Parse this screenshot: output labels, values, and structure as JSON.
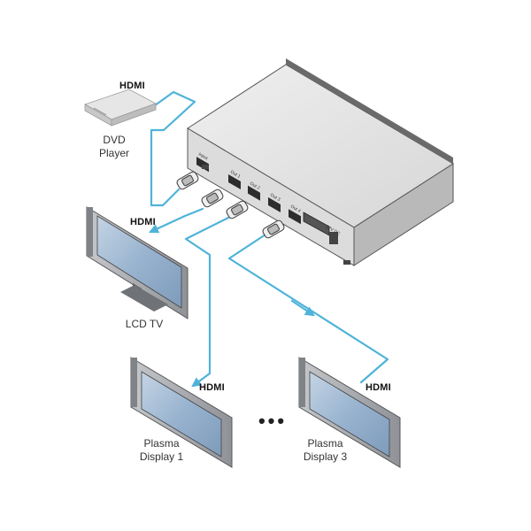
{
  "cable_label": "HDMI",
  "devices": {
    "dvd": {
      "line1": "DVD",
      "line2": "Player"
    },
    "lcd": {
      "label": "LCD TV"
    },
    "plasma1": {
      "line1": "Plasma",
      "line2": "Display 1"
    },
    "plasma3": {
      "line1": "Plasma",
      "line2": "Display 3"
    }
  },
  "ellipsis": "•••",
  "unit_ports": [
    "Input",
    "Out 1",
    "Out 2",
    "Out 3",
    "Out 4"
  ],
  "power_label": "12V DC",
  "colors": {
    "cable": "#4fb3d9",
    "screen": "#9db8d4",
    "bezel": "#a9abb0",
    "unit_top": "#e3e3e3"
  }
}
